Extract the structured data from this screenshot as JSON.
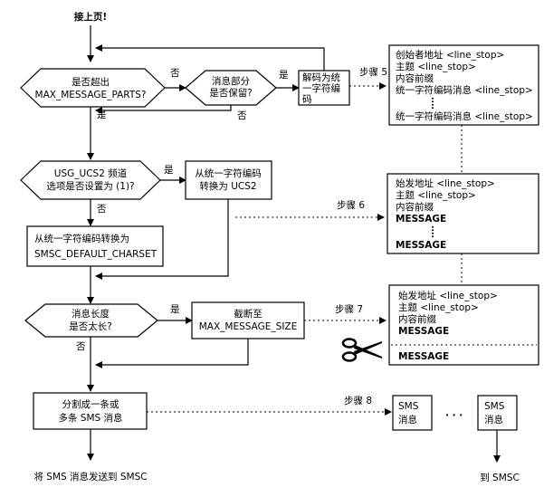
{
  "start_label": "接上页!",
  "end_left": "将 SMS 消息发送到 SMSC",
  "end_right": "到 SMSC",
  "decisions": {
    "exceed_parts": [
      "是否超出",
      "MAX_MESSAGE_PARTS?"
    ],
    "part_keep": [
      "消息部分",
      "是否保留?"
    ],
    "ucs2_option": [
      "USG_UCS2 频道",
      "选项是否设置为 (1)?"
    ],
    "too_long": [
      "消息长度",
      "是否太长?"
    ]
  },
  "processes": {
    "decode_unicode": [
      "解码为统",
      "一字符编",
      "码"
    ],
    "to_ucs2": [
      "从统一字符编码",
      "转换为 UCS2"
    ],
    "to_default_charset": [
      "从统一字符编码转换为",
      "SMSC_DEFAULT_CHARSET"
    ],
    "truncate": [
      "截断至",
      "MAX_MESSAGE_SIZE"
    ],
    "split": [
      "分割成一条或",
      "多条 SMS 消息"
    ]
  },
  "answers": {
    "yes": "是",
    "no": "否"
  },
  "steps": {
    "step5": "步骤 5",
    "step6": "步骤 6",
    "step7": "步骤 7",
    "step8": "步骤 8"
  },
  "panels": {
    "panel5": [
      "创始者地址 <line_stop>",
      "主题 <line_stop>",
      "内容前缀",
      "统一字符编码消息 <line_stop>",
      "统一字符编码消息 <line_stop>"
    ],
    "panel6": [
      "始发地址 <line_stop>",
      "主题 <line_stop>",
      "内容前缀",
      "MESSAGE",
      "MESSAGE"
    ],
    "panel7": [
      "始发地址 <line_stop>",
      "主题 <line_stop>",
      "内容前缀",
      "MESSAGE",
      "MESSAGE"
    ]
  },
  "sms_boxes": [
    [
      "SMS",
      "消息"
    ],
    [
      "SMS",
      "消息"
    ]
  ],
  "ellipsis": "· · ·",
  "icons": {
    "scissors": "scissors-icon"
  }
}
